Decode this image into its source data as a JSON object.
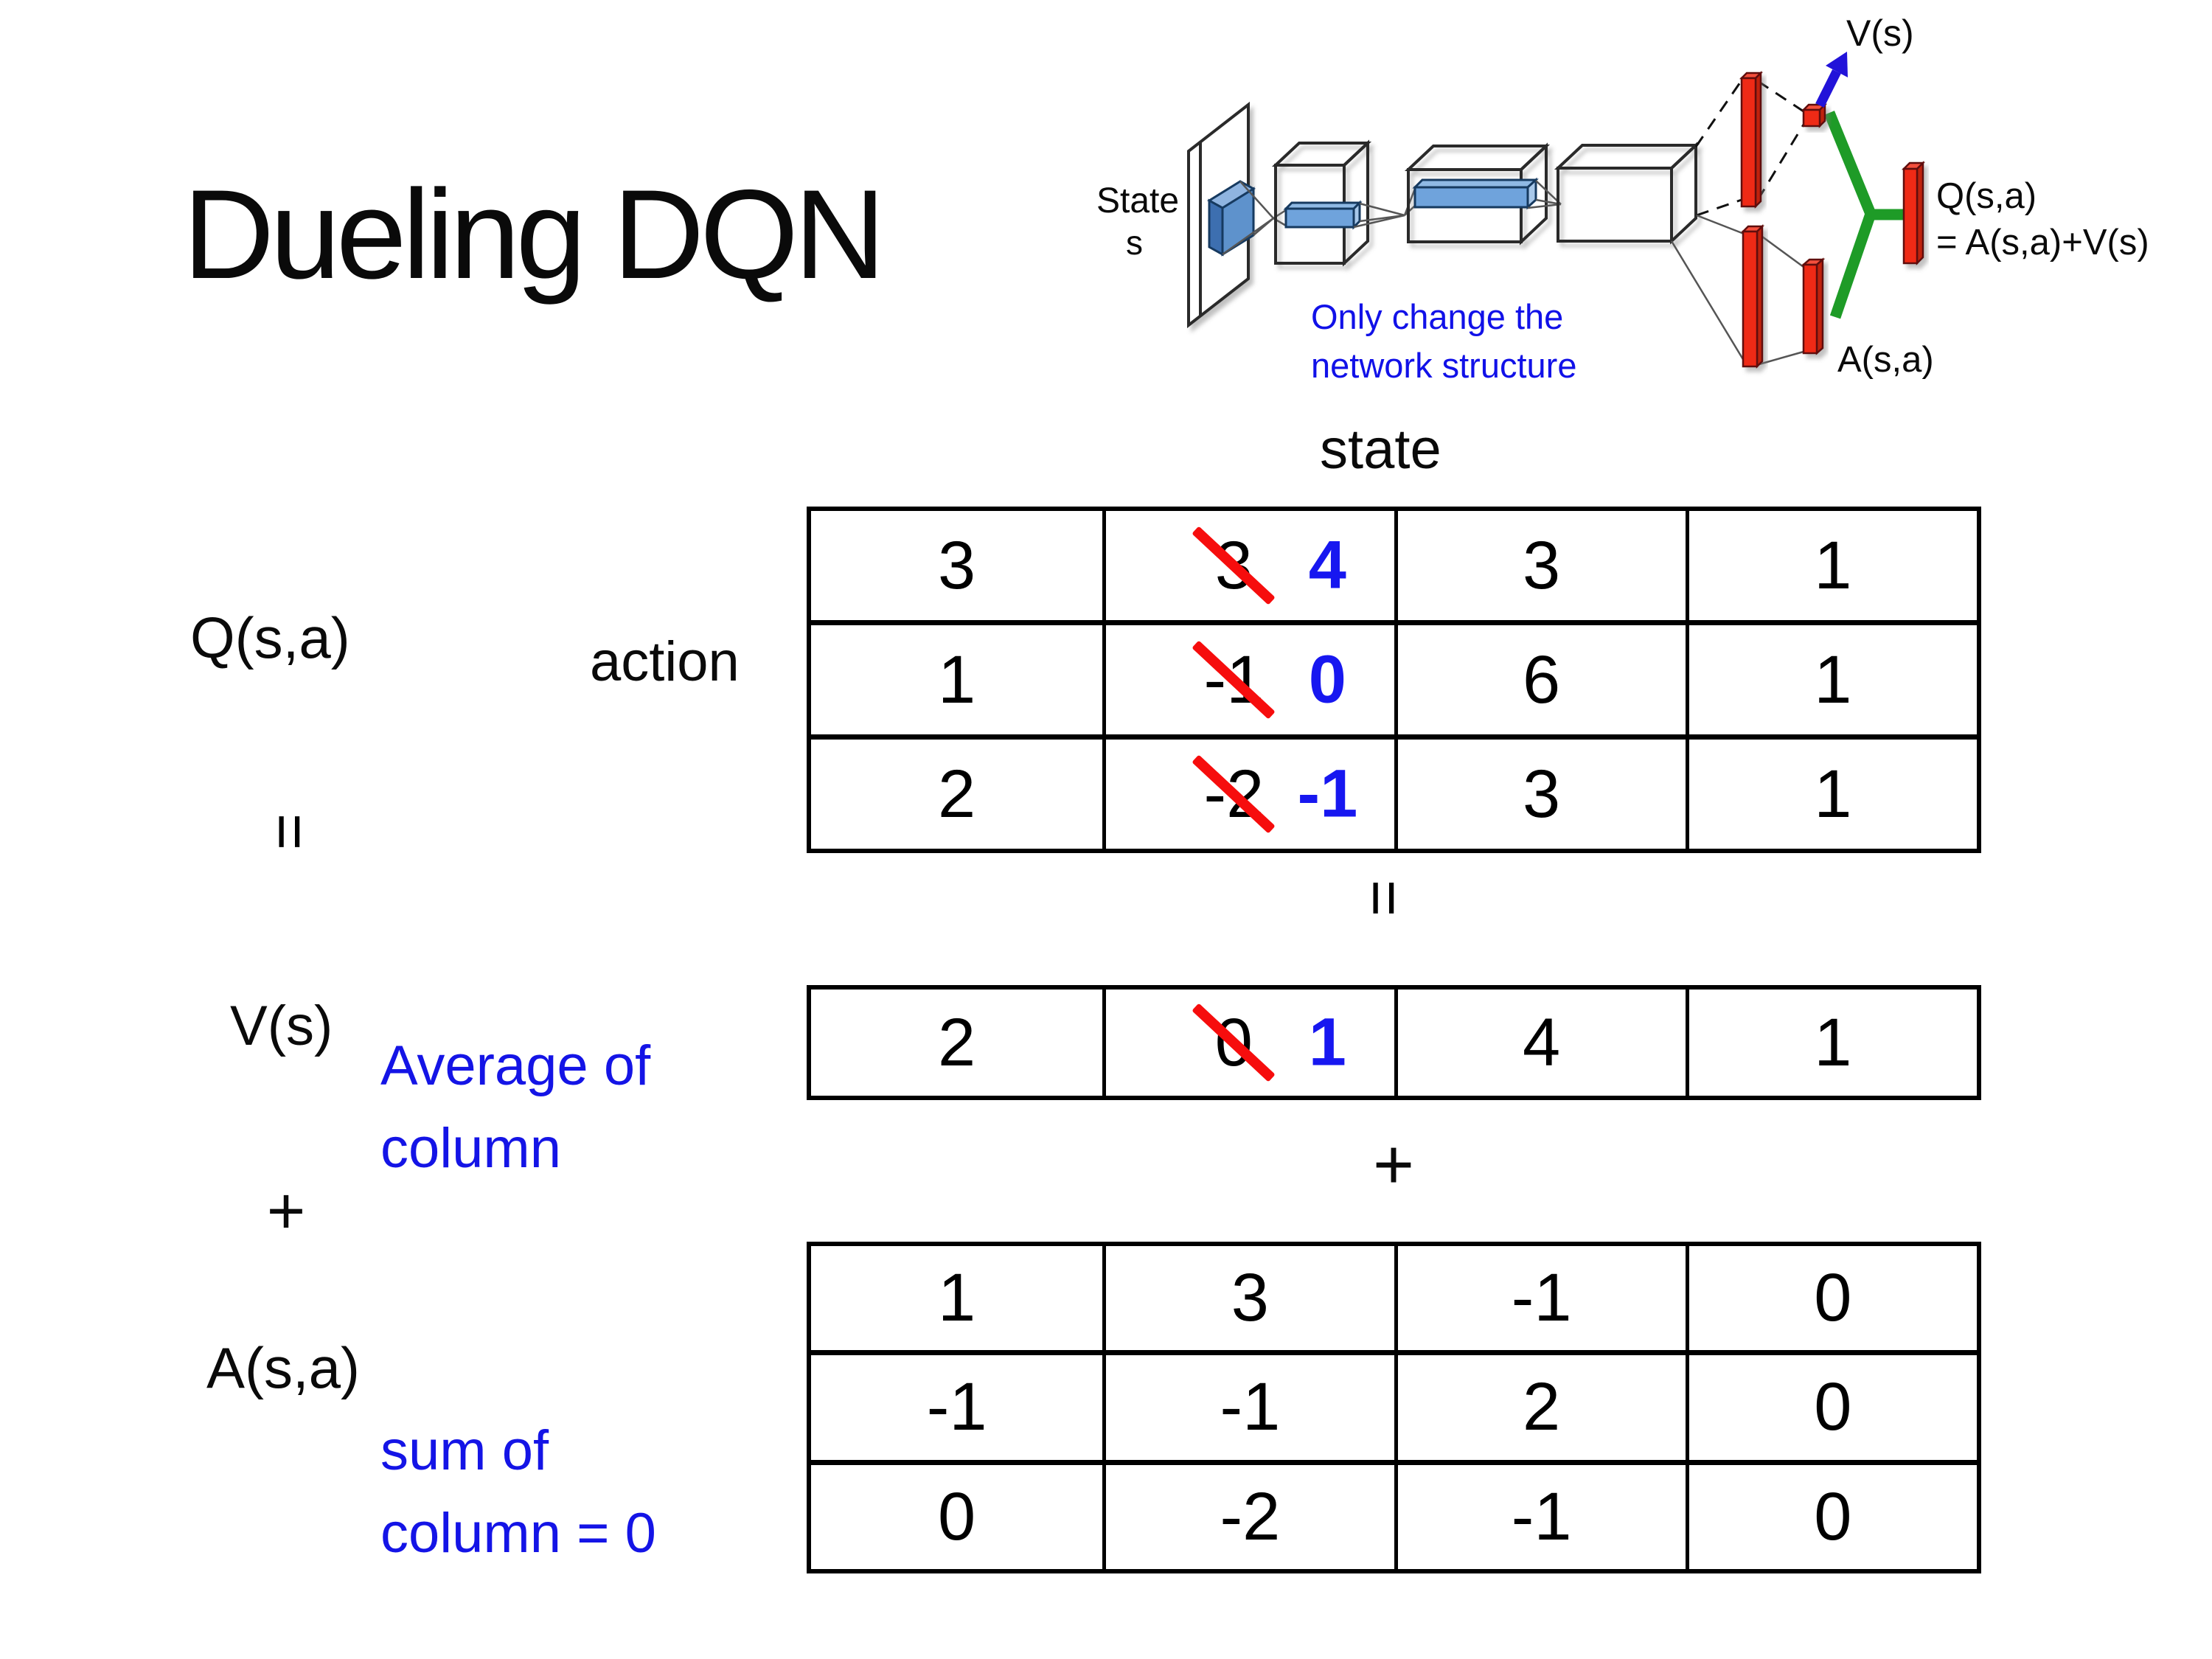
{
  "title": "Dueling DQN",
  "diagram": {
    "state_line1": "State",
    "state_line2": "s",
    "note_line1": "Only change the",
    "note_line2": "network structure",
    "v_out": "V(s)",
    "q_out_line1": "Q(s,a)",
    "q_out_line2": "= A(s,a)+V(s)",
    "a_out": "A(s,a)"
  },
  "matrix": {
    "state_header": "state",
    "action_label": "action",
    "q_label": "Q(s,a)",
    "equals_left": "=",
    "equals_center": "=",
    "v_label": "V(s)",
    "v_note_line1": "Average of",
    "v_note_line2": "column",
    "plus_left": "+",
    "plus_center": "+",
    "a_label": "A(s,a)",
    "a_note_line1": "sum of",
    "a_note_line2": "column = 0",
    "q": {
      "rows": [
        [
          {
            "v": "3"
          },
          {
            "old": "3",
            "new": "4"
          },
          {
            "v": "3"
          },
          {
            "v": "1"
          }
        ],
        [
          {
            "v": "1"
          },
          {
            "old": "-1",
            "new": "0"
          },
          {
            "v": "6"
          },
          {
            "v": "1"
          }
        ],
        [
          {
            "v": "2"
          },
          {
            "old": "-2",
            "new": "-1"
          },
          {
            "v": "3"
          },
          {
            "v": "1"
          }
        ]
      ]
    },
    "v": {
      "rows": [
        [
          {
            "v": "2"
          },
          {
            "old": "0",
            "new": "1"
          },
          {
            "v": "4"
          },
          {
            "v": "1"
          }
        ]
      ]
    },
    "a": {
      "rows": [
        [
          {
            "v": "1"
          },
          {
            "v": "3"
          },
          {
            "v": "-1"
          },
          {
            "v": "0"
          }
        ],
        [
          {
            "v": "-1"
          },
          {
            "v": "-1"
          },
          {
            "v": "2"
          },
          {
            "v": "0"
          }
        ],
        [
          {
            "v": "0"
          },
          {
            "v": "-2"
          },
          {
            "v": "-1"
          },
          {
            "v": "0"
          }
        ]
      ]
    }
  },
  "colors": {
    "accent_blue_text": "#1414e6",
    "replacement_blue": "#1717f0",
    "strike_red": "#f60d0d",
    "bar_red": "#ef2917",
    "bar_red_side": "#c02010",
    "bar_red_top": "#f4503c",
    "connector_green": "#1e9b27",
    "arrow_blue": "#2213d9",
    "feature_blue": "#6fa3dc"
  }
}
